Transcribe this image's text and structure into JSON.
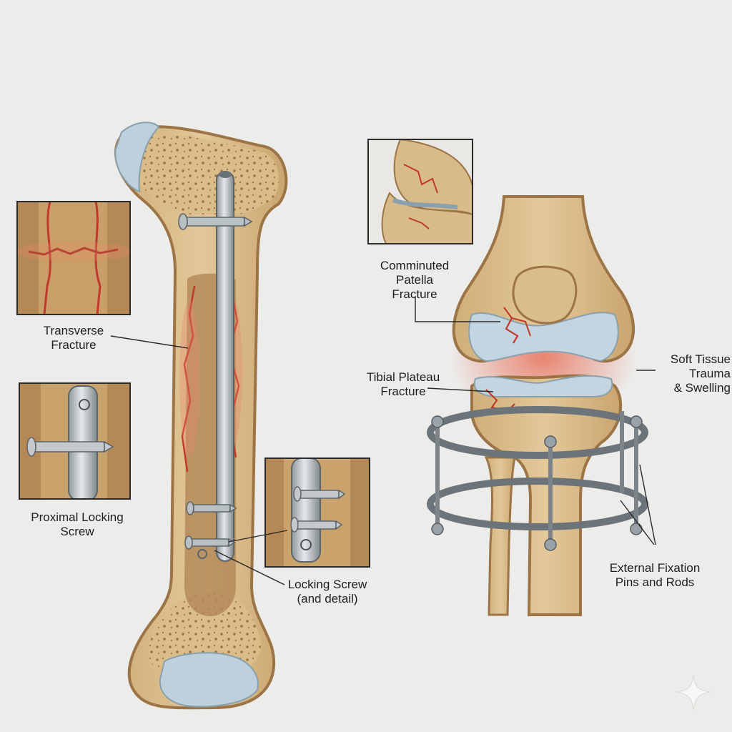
{
  "labels": {
    "transverse": [
      "Transverse",
      "Fracture"
    ],
    "proximal": [
      "Proximal Locking",
      "Screw"
    ],
    "locking": [
      "Locking Screw",
      "(and detail)"
    ],
    "patella": [
      "Comminuted",
      "Patella",
      "Fracture"
    ],
    "tibial": [
      "Tibial Plateau",
      "Fracture"
    ],
    "soft_tissue": [
      "Soft Tissue",
      "Trauma",
      "& Swelling"
    ],
    "fixation": [
      "External Fixation",
      "Pins and Rods"
    ]
  },
  "colors": {
    "background": "#ececea",
    "bone": "#dcc08f",
    "bone_outline": "#9c7445",
    "cartilage": "#bcd0dd",
    "marrow": "#b8905e",
    "fracture": "#c0392b",
    "inflammation": "#e8876a",
    "metal": "#a9b1b6",
    "frame": "#6d7479"
  },
  "icons": [
    "sparkle-icon"
  ]
}
